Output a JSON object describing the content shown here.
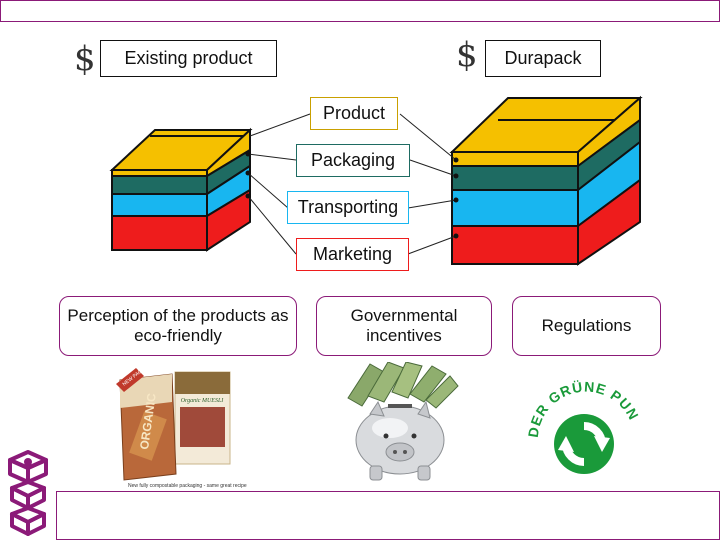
{
  "header": {
    "left_label": "Existing product",
    "right_label": "Durapack"
  },
  "layers": {
    "product": "Product",
    "packaging": "Packaging",
    "transporting": "Transporting",
    "marketing": "Marketing"
  },
  "factors": {
    "perception": "Perception of the products as eco-friendly",
    "incentives": "Governmental incentives",
    "regulations": "Regulations"
  },
  "images": {
    "organic": {
      "brand": "ORGANIC",
      "subtitle": "Organic MUESLI",
      "badge": "NEW PACKAGING",
      "caption": "New fully compostable packaging - same great recipe"
    },
    "logo": {
      "text": "DER GRÜNE PUNKT"
    }
  },
  "icons": {
    "currency_symbol": "$"
  },
  "colors": {
    "accent": "#8b1a78",
    "layer_top": "#f5c000",
    "layer_teal": "#1e6b62",
    "layer_cyan": "#18b6f0",
    "layer_red": "#ee1c1c",
    "perception_border": "#8b1a78",
    "green_logo": "#1a9a3a"
  }
}
